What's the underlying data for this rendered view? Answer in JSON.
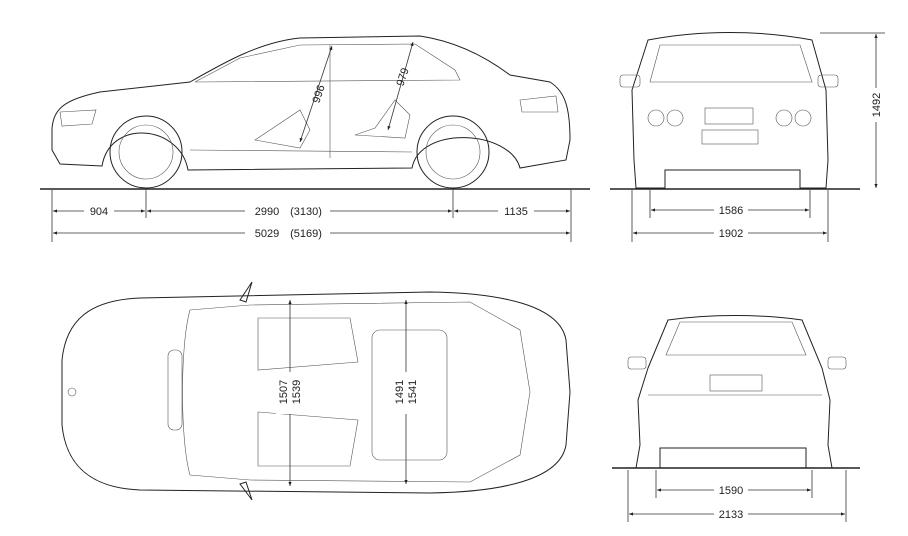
{
  "side_view": {
    "front_overhang": "904",
    "wheelbase": "2990",
    "wheelbase_alt": "(3130)",
    "rear_overhang": "1135",
    "length": "5029",
    "length_alt": "(5169)",
    "front_headroom": "996",
    "rear_headroom": "979"
  },
  "front_view": {
    "track": "1586",
    "width": "1902",
    "height": "1492"
  },
  "top_view": {
    "front_shoulder": "1507",
    "front_elbow": "1539",
    "rear_shoulder": "1491",
    "rear_elbow": "1541"
  },
  "rear_view": {
    "track": "1590",
    "width_mirrors": "2133"
  }
}
